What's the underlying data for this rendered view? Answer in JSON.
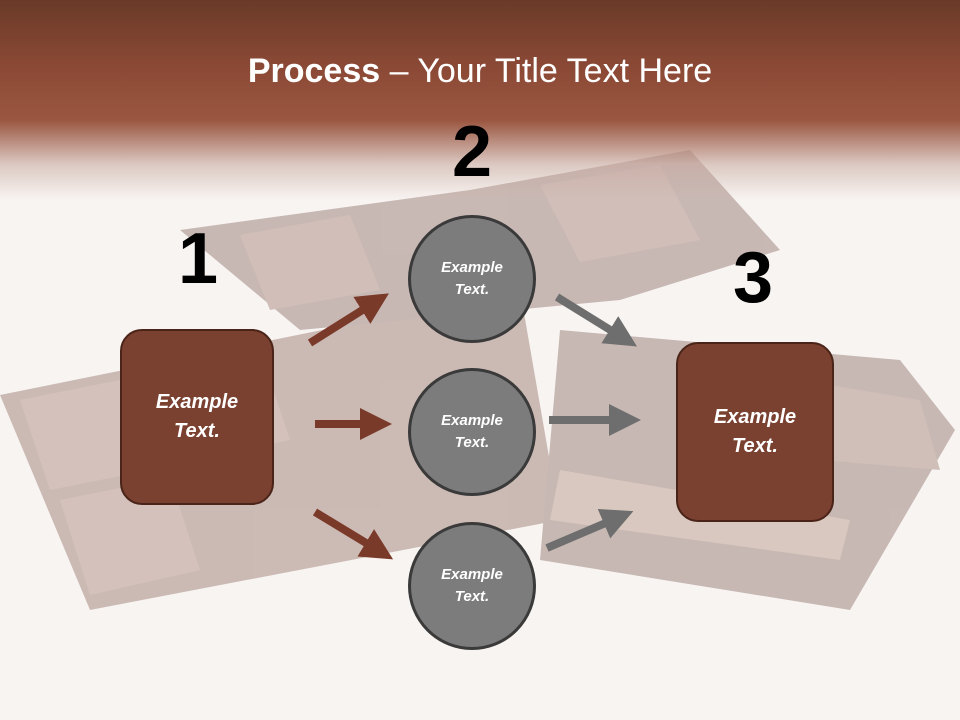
{
  "title": {
    "strong": "Process",
    "rest": " – Your Title Text Here"
  },
  "steps": [
    {
      "number": "1",
      "line1": "Example",
      "line2": "Text."
    },
    {
      "number": "2"
    },
    {
      "number": "3",
      "line1": "Example",
      "line2": "Text."
    }
  ],
  "circles": [
    {
      "line1": "Example",
      "line2": "Text."
    },
    {
      "line1": "Example",
      "line2": "Text."
    },
    {
      "line1": "Example",
      "line2": "Text."
    }
  ],
  "colors": {
    "header": "#8c4a36",
    "box_fill": "#7a4030",
    "circle_fill": "#7c7c7c",
    "arrow_brown": "#7a3a2a",
    "arrow_gray": "#6e6e6e"
  }
}
